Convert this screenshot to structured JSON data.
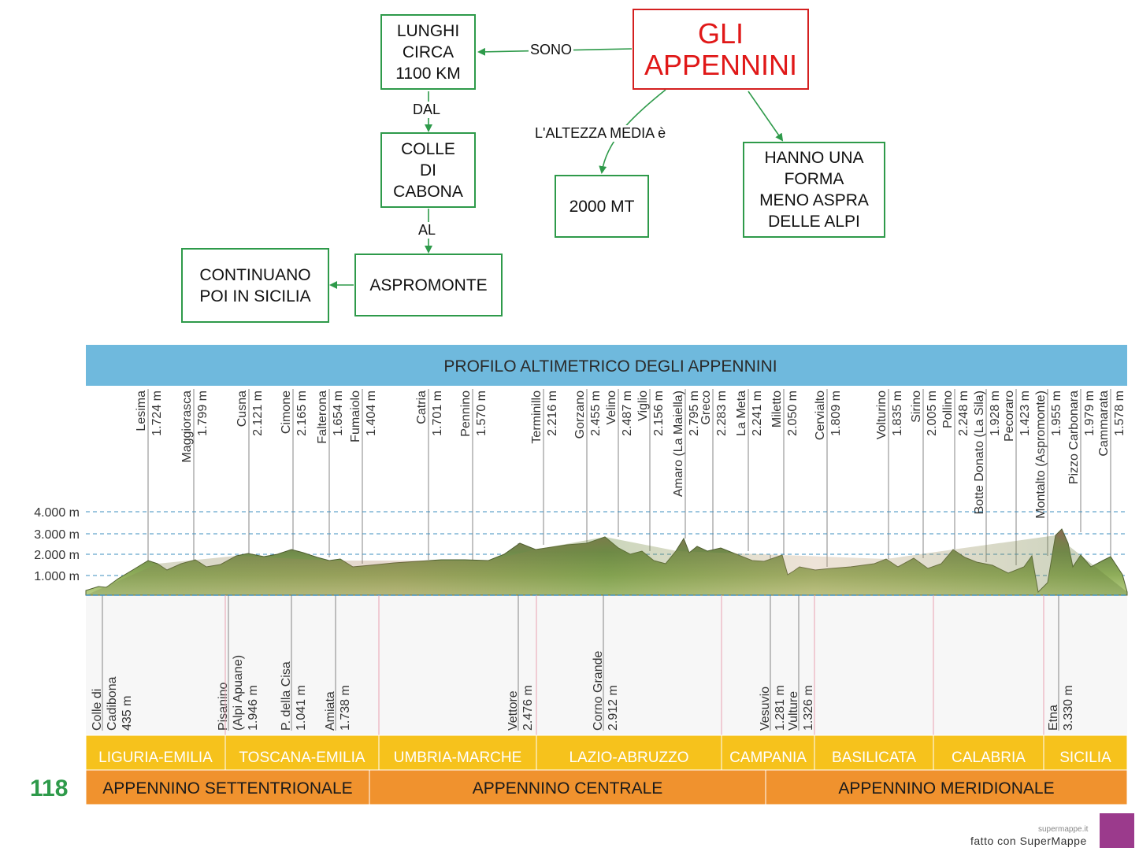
{
  "map": {
    "title": "GLI\nAPPENNINI",
    "length": "LUNGHI\nCIRCA\n1100 KM",
    "from": "COLLE\nDI\nCABONA",
    "to": "ASPROMONTE",
    "continue": "CONTINUANO\nPOI IN SICILIA",
    "height": "2000 MT",
    "shape": "HANNO UNA\nFORMA\nMENO ASPRA\nDELLE ALPI",
    "edge_sono": "SONO",
    "edge_dal": "DAL",
    "edge_al": "AL",
    "edge_altezza": "L'ALTEZZA MEDIA è"
  },
  "profile": {
    "title": "PROFILO ALTIMETRICO DEGLI APPENNINI",
    "y_ticks": [
      "4.000 m",
      "3.000 m",
      "2.000 m",
      "1.000 m"
    ],
    "top_peaks": [
      {
        "name": "Lesima",
        "height": "1.724 m"
      },
      {
        "name": "Maggiorasca",
        "height": "1.799 m"
      },
      {
        "name": "Cusna",
        "height": "2.121 m"
      },
      {
        "name": "Cimone",
        "height": "2.165 m"
      },
      {
        "name": "Falterona",
        "height": "1.654 m"
      },
      {
        "name": "Fumaiolo",
        "height": "1.404 m"
      },
      {
        "name": "Catria",
        "height": "1.701 m"
      },
      {
        "name": "Pennino",
        "height": "1.570 m"
      },
      {
        "name": "Terminillo",
        "height": "2.216 m"
      },
      {
        "name": "Gorzano",
        "height": "2.455 m"
      },
      {
        "name": "Velino",
        "height": "2.487 m"
      },
      {
        "name": "Viglio",
        "height": "2.156 m"
      },
      {
        "name": "Amaro (La Maiella)",
        "height": "2.795 m"
      },
      {
        "name": "Greco",
        "height": "2.283 m"
      },
      {
        "name": "La Meta",
        "height": "2.241 m"
      },
      {
        "name": "Miletto",
        "height": "2.050 m"
      },
      {
        "name": "Cervialto",
        "height": "1.809 m"
      },
      {
        "name": "Volturino",
        "height": "1.835 m"
      },
      {
        "name": "Sirino",
        "height": "2.005 m"
      },
      {
        "name": "Pollino",
        "height": "2.248 m"
      },
      {
        "name": "Botte Donato (La Sila)",
        "height": "1.928 m"
      },
      {
        "name": "Pecoraro",
        "height": "1.423 m"
      },
      {
        "name": "Montalto (Aspromonte)",
        "height": "1.955 m"
      },
      {
        "name": "Pizzo Carbonara",
        "height": "1.979 m"
      },
      {
        "name": "Cammarata",
        "height": "1.578 m"
      }
    ],
    "bottom_peaks": [
      {
        "name": "Colle di",
        "name2": "Cadibona",
        "height": "435 m"
      },
      {
        "name": "Pisanino",
        "name2": "(Alpi Apuane)",
        "height": "1.946 m"
      },
      {
        "name": "P. della Cisa",
        "name2": "",
        "height": "1.041 m"
      },
      {
        "name": "Amiata",
        "name2": "",
        "height": "1.738 m"
      },
      {
        "name": "Vettore",
        "name2": "",
        "height": "2.476 m"
      },
      {
        "name": "Corno Grande",
        "name2": "",
        "height": "2.912 m"
      },
      {
        "name": "Vesuvio",
        "name2": "",
        "height": "1.281 m"
      },
      {
        "name": "Vulture",
        "name2": "",
        "height": "1.326 m"
      },
      {
        "name": "Etna",
        "name2": "",
        "height": "3.330 m"
      }
    ],
    "regions": [
      "LIGURIA-EMILIA",
      "TOSCANA-EMILIA",
      "UMBRIA-MARCHE",
      "LAZIO-ABRUZZO",
      "CAMPANIA",
      "BASILICATA",
      "CALABRIA",
      "SICILIA"
    ],
    "sections": [
      "APPENNINO SETTENTRIONALE",
      "APPENNINO CENTRALE",
      "APPENNINO MERIDIONALE"
    ]
  },
  "page_number": "118",
  "footer": {
    "site": "supermappe.it",
    "credit": "fatto con SuperMappe"
  },
  "colors": {
    "node_border": "#2e9a4a",
    "title_red": "#e01818",
    "band_blue": "#6fb9dd",
    "region_yellow": "#f6c21c",
    "section_orange": "#f0922e"
  }
}
